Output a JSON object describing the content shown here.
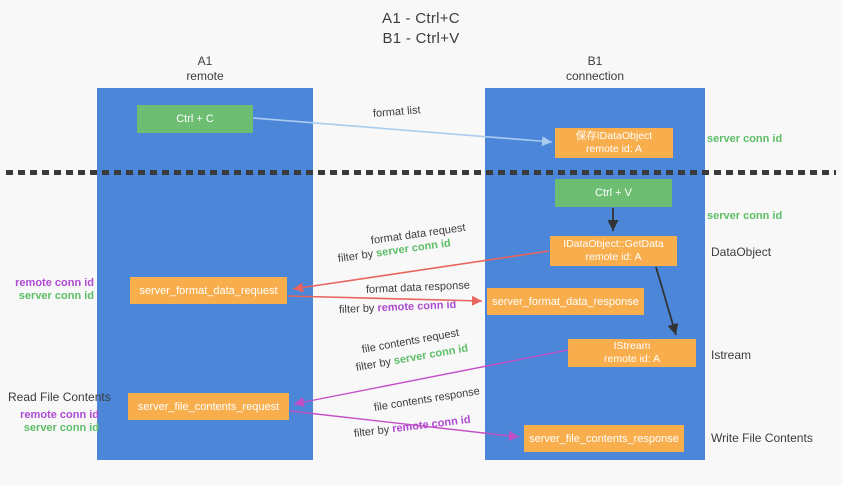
{
  "title": {
    "line1": "A1 - Ctrl+C",
    "line2": "B1 - Ctrl+V"
  },
  "lanes": {
    "a1": {
      "line1": "A1",
      "line2": "remote"
    },
    "b1": {
      "line1": "B1",
      "line2": "connection"
    }
  },
  "nodes": {
    "ctrl_c": "Ctrl + C",
    "save_idataobject": {
      "line1": "保存IDataObject",
      "line2": "remote id: A"
    },
    "ctrl_v": "Ctrl + V",
    "getdata": {
      "line1": "IDataObject::GetData",
      "line2": "remote id: A"
    },
    "format_request": "server_format_data_request",
    "format_response": "server_format_data_response",
    "istream": {
      "line1": "IStream",
      "line2": "remote id: A"
    },
    "file_request": "server_file_contents_request",
    "file_response": "server_file_contents_response"
  },
  "flow_labels": {
    "format_list": "format list",
    "format_data_request": "format data request",
    "filter_by_server_1": {
      "prefix": "filter by",
      "colored": "server conn id"
    },
    "format_data_response": "format data response",
    "filter_by_remote_1": {
      "prefix": "filter by",
      "colored": "remote conn id"
    },
    "file_contents_request": "file contents request",
    "filter_by_server_2": {
      "prefix": "filter by",
      "colored": "server conn id"
    },
    "file_contents_response": "file contents response",
    "filter_by_remote_2": {
      "prefix": "filter by",
      "colored": "remote conn id"
    }
  },
  "left_labels": {
    "pair_top": {
      "remote": "remote conn id",
      "server": "server conn id"
    },
    "read_file_contents": "Read File Contents",
    "pair_bottom": {
      "remote": "remote conn id",
      "server": "server conn id"
    }
  },
  "right_labels": {
    "server_conn_id_top": "server conn id",
    "server_conn_id_middle": "server conn id",
    "data_object": "DataObject",
    "istream": "Istream",
    "write_file_contents": "Write File Contents"
  },
  "colors": {
    "background": "#f8f8f8",
    "lane_blue": "#4c86d8",
    "node_orange": "#f9ae4d",
    "node_green": "#6dbe73",
    "green_text": "#5cbe66",
    "purple_text": "#ae4ad2",
    "dark_text": "#3c3c3c",
    "red_arrow": "#e8655f",
    "magenta_arrow": "#c44ec6",
    "light_blue_arrow": "#a8cdee",
    "black_arrow": "#333333",
    "separator": "#3a3a3a"
  }
}
